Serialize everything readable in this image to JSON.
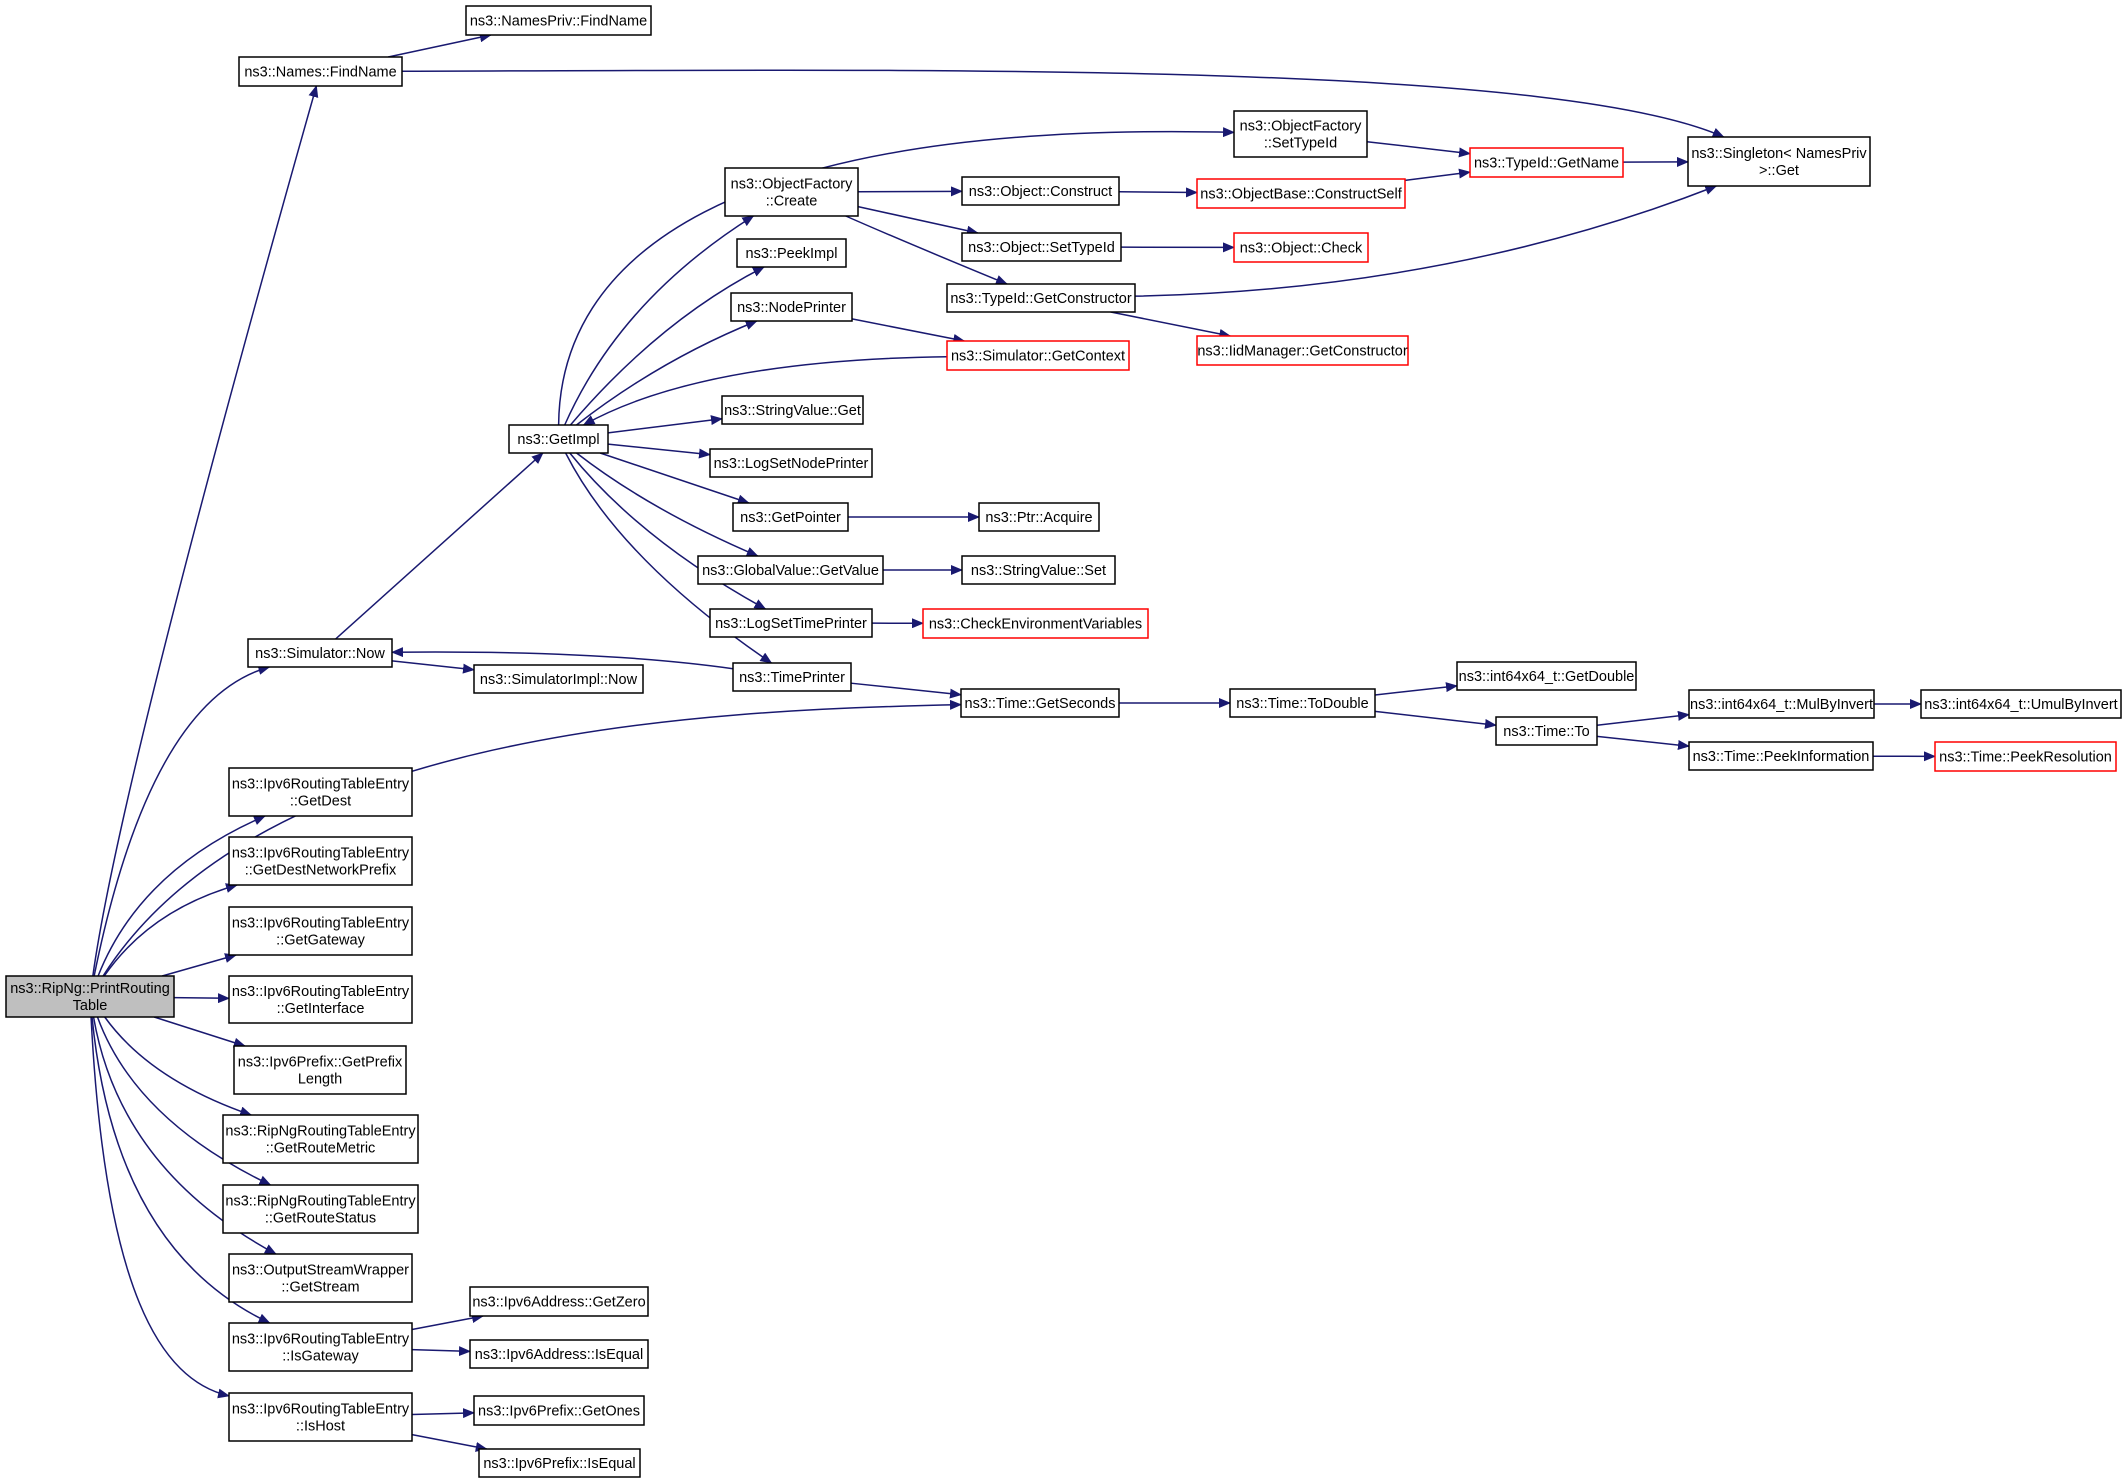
{
  "colors": {
    "edge": "#191970",
    "node_border": "#000000",
    "node_border_truncated": "#ff0000",
    "root_fill": "#bfbfbf",
    "node_fill": "#ffffff"
  },
  "nodes": [
    {
      "id": "root",
      "lines": [
        "ns3::RipNg::PrintRouting",
        "Table"
      ],
      "style": "root"
    },
    {
      "id": "names_findname",
      "lines": [
        "ns3::Names::FindName"
      ],
      "style": "normal"
    },
    {
      "id": "namespriv_findname",
      "lines": [
        "ns3::NamesPriv::FindName"
      ],
      "style": "normal"
    },
    {
      "id": "singleton_get",
      "lines": [
        "ns3::Singleton< NamesPriv",
        ">::Get"
      ],
      "style": "normal"
    },
    {
      "id": "objfactory_settypeid",
      "lines": [
        "ns3::ObjectFactory",
        "::SetTypeId"
      ],
      "style": "normal"
    },
    {
      "id": "typeid_getname",
      "lines": [
        "ns3::TypeId::GetName"
      ],
      "style": "truncated"
    },
    {
      "id": "objfactory_create",
      "lines": [
        "ns3::ObjectFactory",
        "::Create"
      ],
      "style": "normal"
    },
    {
      "id": "object_construct",
      "lines": [
        "ns3::Object::Construct"
      ],
      "style": "normal"
    },
    {
      "id": "objectbase_constructself",
      "lines": [
        "ns3::ObjectBase::ConstructSelf"
      ],
      "style": "truncated"
    },
    {
      "id": "peekimpl",
      "lines": [
        "ns3::PeekImpl"
      ],
      "style": "normal"
    },
    {
      "id": "object_settypeid",
      "lines": [
        "ns3::Object::SetTypeId"
      ],
      "style": "normal"
    },
    {
      "id": "object_check",
      "lines": [
        "ns3::Object::Check"
      ],
      "style": "truncated"
    },
    {
      "id": "typeid_getconstructor",
      "lines": [
        "ns3::TypeId::GetConstructor"
      ],
      "style": "normal"
    },
    {
      "id": "nodeprinter",
      "lines": [
        "ns3::NodePrinter"
      ],
      "style": "normal"
    },
    {
      "id": "simulator_getcontext",
      "lines": [
        "ns3::Simulator::GetContext"
      ],
      "style": "truncated"
    },
    {
      "id": "iidmanager_getconstructor",
      "lines": [
        "ns3::IidManager::GetConstructor"
      ],
      "style": "truncated"
    },
    {
      "id": "getimpl",
      "lines": [
        "ns3::GetImpl"
      ],
      "style": "normal"
    },
    {
      "id": "stringvalue_get",
      "lines": [
        "ns3::StringValue::Get"
      ],
      "style": "normal"
    },
    {
      "id": "logsetnodeprinter",
      "lines": [
        "ns3::LogSetNodePrinter"
      ],
      "style": "normal"
    },
    {
      "id": "getpointer",
      "lines": [
        "ns3::GetPointer"
      ],
      "style": "normal"
    },
    {
      "id": "ptr_acquire",
      "lines": [
        "ns3::Ptr::Acquire"
      ],
      "style": "normal"
    },
    {
      "id": "globalvalue_getvalue",
      "lines": [
        "ns3::GlobalValue::GetValue"
      ],
      "style": "normal"
    },
    {
      "id": "stringvalue_set",
      "lines": [
        "ns3::StringValue::Set"
      ],
      "style": "normal"
    },
    {
      "id": "logsettimeprinter",
      "lines": [
        "ns3::LogSetTimePrinter"
      ],
      "style": "normal"
    },
    {
      "id": "checkenvvars",
      "lines": [
        "ns3::CheckEnvironmentVariables"
      ],
      "style": "truncated"
    },
    {
      "id": "simulator_now",
      "lines": [
        "ns3::Simulator::Now"
      ],
      "style": "normal"
    },
    {
      "id": "timeprinter",
      "lines": [
        "ns3::TimePrinter"
      ],
      "style": "normal"
    },
    {
      "id": "simulatorimpl_now",
      "lines": [
        "ns3::SimulatorImpl::Now"
      ],
      "style": "normal"
    },
    {
      "id": "time_getseconds",
      "lines": [
        "ns3::Time::GetSeconds"
      ],
      "style": "normal"
    },
    {
      "id": "time_todouble",
      "lines": [
        "ns3::Time::ToDouble"
      ],
      "style": "normal"
    },
    {
      "id": "int64_getdouble",
      "lines": [
        "ns3::int64x64_t::GetDouble"
      ],
      "style": "normal"
    },
    {
      "id": "time_to",
      "lines": [
        "ns3::Time::To"
      ],
      "style": "normal"
    },
    {
      "id": "int64_mulbyinvert",
      "lines": [
        "ns3::int64x64_t::MulByInvert"
      ],
      "style": "normal"
    },
    {
      "id": "int64_umulbyinvert",
      "lines": [
        "ns3::int64x64_t::UmulByInvert"
      ],
      "style": "normal"
    },
    {
      "id": "time_peekinformation",
      "lines": [
        "ns3::Time::PeekInformation"
      ],
      "style": "normal"
    },
    {
      "id": "time_peekresolution",
      "lines": [
        "ns3::Time::PeekResolution"
      ],
      "style": "truncated"
    },
    {
      "id": "entry_getdest",
      "lines": [
        "ns3::Ipv6RoutingTableEntry",
        "::GetDest"
      ],
      "style": "normal"
    },
    {
      "id": "entry_getdestnetworkprefix",
      "lines": [
        "ns3::Ipv6RoutingTableEntry",
        "::GetDestNetworkPrefix"
      ],
      "style": "normal"
    },
    {
      "id": "entry_getgateway",
      "lines": [
        "ns3::Ipv6RoutingTableEntry",
        "::GetGateway"
      ],
      "style": "normal"
    },
    {
      "id": "entry_getinterface",
      "lines": [
        "ns3::Ipv6RoutingTableEntry",
        "::GetInterface"
      ],
      "style": "normal"
    },
    {
      "id": "prefix_getprefixlength",
      "lines": [
        "ns3::Ipv6Prefix::GetPrefix",
        "Length"
      ],
      "style": "normal"
    },
    {
      "id": "ripng_getroutemetric",
      "lines": [
        "ns3::RipNgRoutingTableEntry",
        "::GetRouteMetric"
      ],
      "style": "normal"
    },
    {
      "id": "ripng_getroutestatus",
      "lines": [
        "ns3::RipNgRoutingTableEntry",
        "::GetRouteStatus"
      ],
      "style": "normal"
    },
    {
      "id": "osw_getstream",
      "lines": [
        "ns3::OutputStreamWrapper",
        "::GetStream"
      ],
      "style": "normal"
    },
    {
      "id": "entry_isgateway",
      "lines": [
        "ns3::Ipv6RoutingTableEntry",
        "::IsGateway"
      ],
      "style": "normal"
    },
    {
      "id": "addr_getzero",
      "lines": [
        "ns3::Ipv6Address::GetZero"
      ],
      "style": "normal"
    },
    {
      "id": "addr_isequal",
      "lines": [
        "ns3::Ipv6Address::IsEqual"
      ],
      "style": "normal"
    },
    {
      "id": "entry_ishost",
      "lines": [
        "ns3::Ipv6RoutingTableEntry",
        "::IsHost"
      ],
      "style": "normal"
    },
    {
      "id": "prefix_getones",
      "lines": [
        "ns3::Ipv6Prefix::GetOnes"
      ],
      "style": "normal"
    },
    {
      "id": "prefix_isequal",
      "lines": [
        "ns3::Ipv6Prefix::IsEqual"
      ],
      "style": "normal"
    }
  ],
  "edges": [
    {
      "from": "root",
      "to": "names_findname"
    },
    {
      "from": "names_findname",
      "to": "namespriv_findname"
    },
    {
      "from": "names_findname",
      "to": "singleton_get"
    },
    {
      "from": "root",
      "to": "simulator_now"
    },
    {
      "from": "simulator_now",
      "to": "getimpl"
    },
    {
      "from": "simulator_now",
      "to": "simulatorimpl_now"
    },
    {
      "from": "getimpl",
      "to": "objfactory_settypeid"
    },
    {
      "from": "getimpl",
      "to": "objfactory_create"
    },
    {
      "from": "getimpl",
      "to": "peekimpl"
    },
    {
      "from": "getimpl",
      "to": "nodeprinter"
    },
    {
      "from": "getimpl",
      "to": "stringvalue_get"
    },
    {
      "from": "getimpl",
      "to": "logsetnodeprinter"
    },
    {
      "from": "getimpl",
      "to": "getpointer"
    },
    {
      "from": "getimpl",
      "to": "globalvalue_getvalue"
    },
    {
      "from": "getimpl",
      "to": "logsettimeprinter"
    },
    {
      "from": "getimpl",
      "to": "timeprinter"
    },
    {
      "from": "simulator_getcontext",
      "to": "getimpl"
    },
    {
      "from": "timeprinter",
      "to": "simulator_now"
    },
    {
      "from": "objfactory_settypeid",
      "to": "typeid_getname"
    },
    {
      "from": "typeid_getname",
      "to": "singleton_get"
    },
    {
      "from": "objfactory_create",
      "to": "object_construct"
    },
    {
      "from": "objfactory_create",
      "to": "object_settypeid"
    },
    {
      "from": "objfactory_create",
      "to": "typeid_getconstructor"
    },
    {
      "from": "object_construct",
      "to": "objectbase_constructself"
    },
    {
      "from": "objectbase_constructself",
      "to": "typeid_getname"
    },
    {
      "from": "object_settypeid",
      "to": "object_check"
    },
    {
      "from": "typeid_getconstructor",
      "to": "singleton_get"
    },
    {
      "from": "typeid_getconstructor",
      "to": "iidmanager_getconstructor"
    },
    {
      "from": "nodeprinter",
      "to": "simulator_getcontext"
    },
    {
      "from": "getpointer",
      "to": "ptr_acquire"
    },
    {
      "from": "globalvalue_getvalue",
      "to": "stringvalue_set"
    },
    {
      "from": "logsettimeprinter",
      "to": "checkenvvars"
    },
    {
      "from": "timeprinter",
      "to": "time_getseconds"
    },
    {
      "from": "root",
      "to": "time_getseconds"
    },
    {
      "from": "time_getseconds",
      "to": "time_todouble"
    },
    {
      "from": "time_todouble",
      "to": "int64_getdouble"
    },
    {
      "from": "time_todouble",
      "to": "time_to"
    },
    {
      "from": "time_to",
      "to": "int64_mulbyinvert"
    },
    {
      "from": "time_to",
      "to": "time_peekinformation"
    },
    {
      "from": "int64_mulbyinvert",
      "to": "int64_umulbyinvert"
    },
    {
      "from": "time_peekinformation",
      "to": "time_peekresolution"
    },
    {
      "from": "root",
      "to": "entry_getdest"
    },
    {
      "from": "root",
      "to": "entry_getdestnetworkprefix"
    },
    {
      "from": "root",
      "to": "entry_getgateway"
    },
    {
      "from": "root",
      "to": "entry_getinterface"
    },
    {
      "from": "root",
      "to": "prefix_getprefixlength"
    },
    {
      "from": "root",
      "to": "ripng_getroutemetric"
    },
    {
      "from": "root",
      "to": "ripng_getroutestatus"
    },
    {
      "from": "root",
      "to": "osw_getstream"
    },
    {
      "from": "root",
      "to": "entry_isgateway"
    },
    {
      "from": "root",
      "to": "entry_ishost"
    },
    {
      "from": "entry_isgateway",
      "to": "addr_getzero"
    },
    {
      "from": "entry_isgateway",
      "to": "addr_isequal"
    },
    {
      "from": "entry_ishost",
      "to": "prefix_getones"
    },
    {
      "from": "entry_ishost",
      "to": "prefix_isequal"
    }
  ]
}
